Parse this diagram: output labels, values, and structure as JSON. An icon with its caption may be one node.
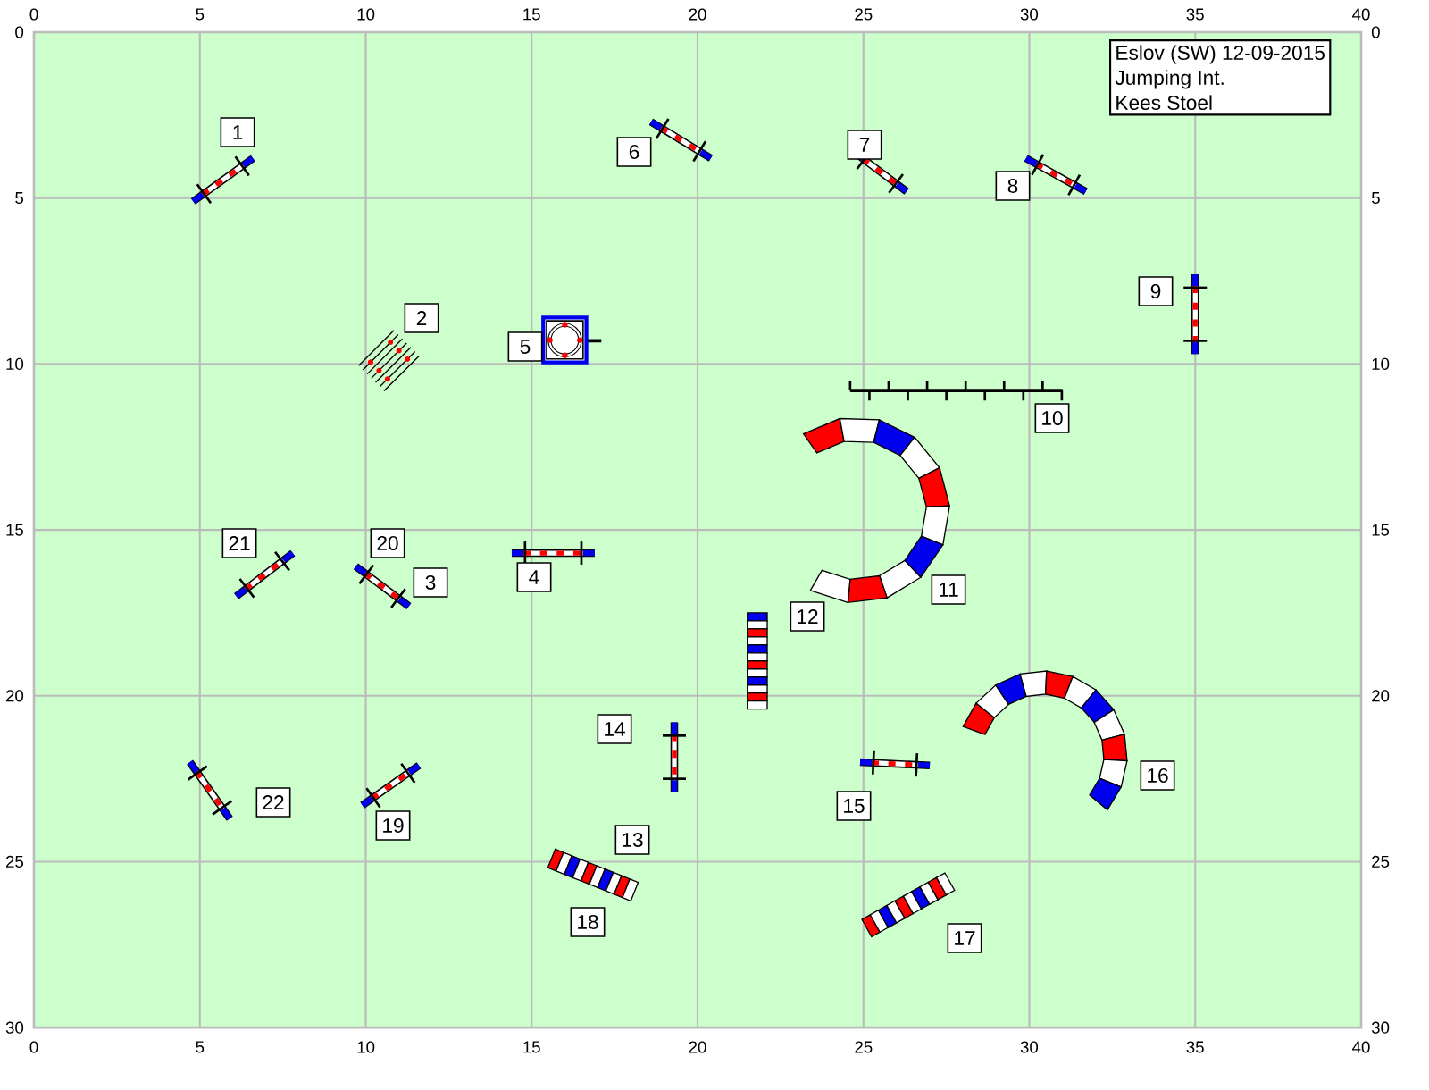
{
  "diagram": {
    "nodes": [
      {
        "text": [
          "Eslov (SW) 12-09-2015",
          "Jumping Int.",
          "Kees Stoel"
        ]
      },
      {
        "text": [
          "1"
        ]
      },
      {
        "text": [
          "2"
        ]
      },
      {
        "text": [
          "3"
        ]
      },
      {
        "text": [
          "4"
        ]
      },
      {
        "text": [
          "5"
        ]
      },
      {
        "text": [
          "6"
        ]
      },
      {
        "text": [
          "7"
        ]
      },
      {
        "text": [
          "8"
        ]
      },
      {
        "text": [
          "9"
        ]
      },
      {
        "text": [
          "10"
        ]
      },
      {
        "text": [
          "11"
        ]
      },
      {
        "text": [
          "12"
        ]
      },
      {
        "text": [
          "13"
        ]
      },
      {
        "text": [
          "14"
        ]
      },
      {
        "text": [
          "15"
        ]
      },
      {
        "text": [
          "16"
        ]
      },
      {
        "text": [
          "17"
        ]
      },
      {
        "text": [
          "18"
        ]
      },
      {
        "text": [
          "19"
        ]
      },
      {
        "text": [
          "20"
        ]
      },
      {
        "text": [
          "21"
        ]
      },
      {
        "text": [
          "22"
        ]
      }
    ],
    "labels": [
      "0",
      "5",
      "10",
      "15",
      "20",
      "25",
      "30",
      "35",
      "40",
      "0",
      "5",
      "10",
      "15",
      "20",
      "25",
      "30",
      "0",
      "5",
      "10",
      "15",
      "20",
      "25",
      "30",
      "0",
      "5",
      "10",
      "15",
      "20",
      "25",
      "30",
      "35",
      "40"
    ]
  }
}
